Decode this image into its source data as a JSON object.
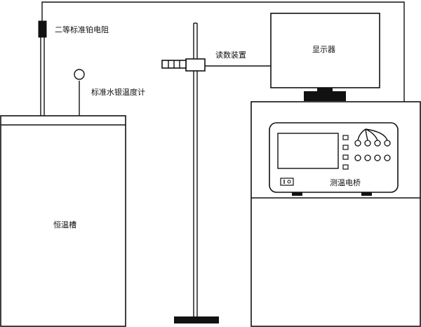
{
  "labels": {
    "resistor": "二等标准铂电阻",
    "thermometer": "标准水银温度计",
    "reader": "读数装置",
    "display": "显示器",
    "bridge": "测温电桥",
    "bath": "恒温槽"
  }
}
